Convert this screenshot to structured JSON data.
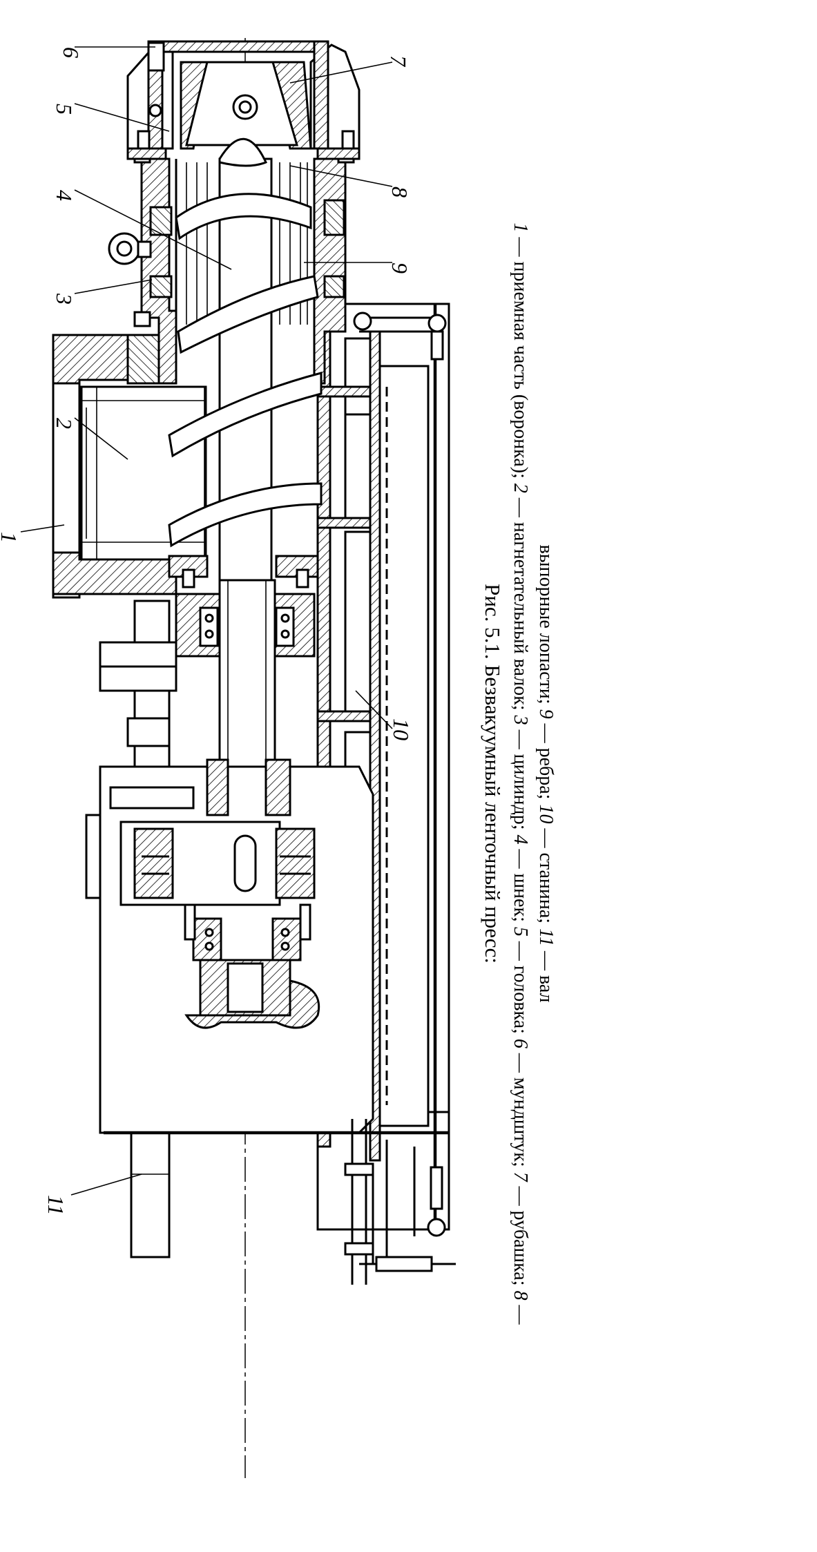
{
  "figure": {
    "title": "Рис. 5.1. Безвакуумный ленточный пресс:",
    "legend_lines": [
      [
        {
          "text": "1",
          "italic": true
        },
        {
          "text": " — приемная часть (воронка); ",
          "italic": false
        },
        {
          "text": "2",
          "italic": true
        },
        {
          "text": " — нагнетательный валок; ",
          "italic": false
        },
        {
          "text": "3",
          "italic": true
        },
        {
          "text": " — цилиндр; ",
          "italic": false
        },
        {
          "text": "4",
          "italic": true
        },
        {
          "text": " — шнек; ",
          "italic": false
        },
        {
          "text": "5",
          "italic": true
        },
        {
          "text": " — головка; ",
          "italic": false
        },
        {
          "text": "6",
          "italic": true
        },
        {
          "text": " — мундштук; ",
          "italic": false
        },
        {
          "text": "7",
          "italic": true
        },
        {
          "text": " — рубашка; ",
          "italic": false
        },
        {
          "text": "8",
          "italic": true
        },
        {
          "text": " —",
          "italic": false
        }
      ],
      [
        {
          "text": "выпорные лопасти; ",
          "italic": false
        },
        {
          "text": "9",
          "italic": true
        },
        {
          "text": " — ребра; ",
          "italic": false
        },
        {
          "text": "10",
          "italic": true
        },
        {
          "text": " — станина; ",
          "italic": false
        },
        {
          "text": "11",
          "italic": true
        },
        {
          "text": " — вал",
          "italic": false
        }
      ]
    ]
  },
  "callouts": [
    "1",
    "2",
    "3",
    "4",
    "5",
    "6",
    "7",
    "8",
    "9",
    "10",
    "11"
  ]
}
